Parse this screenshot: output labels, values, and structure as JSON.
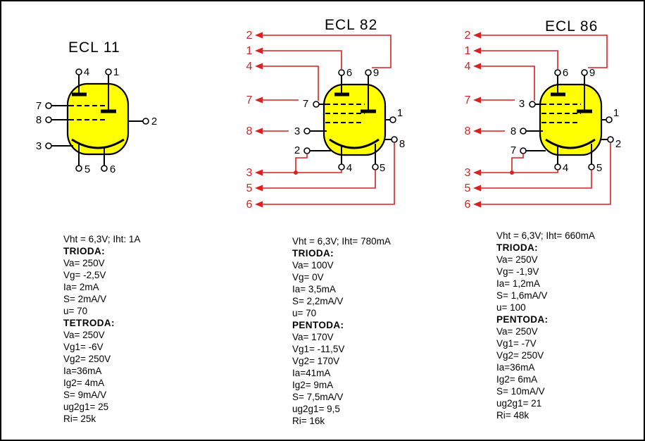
{
  "colors": {
    "background": "#FFFFFF",
    "ink": "#000000",
    "tube_yellow": "#FFFF00",
    "wire_red": "#D92121"
  },
  "tubes": [
    {
      "title": "ECL 11",
      "pins": {
        "top": [
          "4",
          "1"
        ],
        "left": [
          "7",
          "8",
          "3"
        ],
        "right": [
          "2"
        ],
        "bottom": [
          "5",
          "6"
        ]
      },
      "red_terminals": [],
      "specs": [
        {
          "text": "Vht = 6,3V; Iht: 1A",
          "bold": false
        },
        {
          "text": "TRIODA:",
          "bold": true
        },
        {
          "text": "Va= 250V",
          "bold": false
        },
        {
          "text": "Vg= -2,5V",
          "bold": false
        },
        {
          "text": "Ia= 2mA",
          "bold": false
        },
        {
          "text": "S= 2mA/V",
          "bold": false
        },
        {
          "text": "u= 70",
          "bold": false
        },
        {
          "text": "TETRODA:",
          "bold": true
        },
        {
          "text": "Va= 250V",
          "bold": false
        },
        {
          "text": "Vg1= -6V",
          "bold": false
        },
        {
          "text": "Vg2= 250V",
          "bold": false
        },
        {
          "text": "Ia=36mA",
          "bold": false
        },
        {
          "text": "Ig2= 4mA",
          "bold": false
        },
        {
          "text": "S= 9mA/V",
          "bold": false
        },
        {
          "text": "ug2g1= 25",
          "bold": false
        },
        {
          "text": "Ri= 25k",
          "bold": false
        }
      ]
    },
    {
      "title": "ECL 82",
      "pins": {
        "top": [
          "6",
          "9"
        ],
        "left": [
          "7",
          "3",
          "2"
        ],
        "right": [
          "1",
          "8"
        ],
        "bottom": [
          "4",
          "5"
        ]
      },
      "red_terminals": [
        "2",
        "1",
        "4",
        "7",
        "8",
        "3",
        "5",
        "6"
      ],
      "specs": [
        {
          "text": "Vht = 6,3V; Iht= 780mA",
          "bold": false
        },
        {
          "text": "TRIODA:",
          "bold": true
        },
        {
          "text": "Va= 100V",
          "bold": false
        },
        {
          "text": "Vg= 0V",
          "bold": false
        },
        {
          "text": "Ia= 3,5mA",
          "bold": false
        },
        {
          "text": "S= 2,2mA/V",
          "bold": false
        },
        {
          "text": "u= 70",
          "bold": false
        },
        {
          "text": "PENTODA:",
          "bold": true
        },
        {
          "text": "Va= 170V",
          "bold": false
        },
        {
          "text": "Vg1= -11,5V",
          "bold": false
        },
        {
          "text": "Vg2= 170V",
          "bold": false
        },
        {
          "text": "Ia=41mA",
          "bold": false
        },
        {
          "text": "Ig2= 9mA",
          "bold": false
        },
        {
          "text": "S= 7,5mA/V",
          "bold": false
        },
        {
          "text": "ug2g1= 9,5",
          "bold": false
        },
        {
          "text": "Ri= 16k",
          "bold": false
        }
      ]
    },
    {
      "title": "ECL 86",
      "pins": {
        "top": [
          "6",
          "9"
        ],
        "left": [
          "3",
          "8",
          "7"
        ],
        "right": [
          "1",
          "2"
        ],
        "bottom": [
          "4",
          "5"
        ]
      },
      "red_terminals": [
        "2",
        "1",
        "4",
        "7",
        "8",
        "3",
        "5",
        "6"
      ],
      "specs": [
        {
          "text": "Vht = 6,3V; Iht= 660mA",
          "bold": false
        },
        {
          "text": "TRIODA:",
          "bold": true
        },
        {
          "text": "Va= 250V",
          "bold": false
        },
        {
          "text": "Vg= -1,9V",
          "bold": false
        },
        {
          "text": "Ia= 1,2mA",
          "bold": false
        },
        {
          "text": "S= 1,6mA/V",
          "bold": false
        },
        {
          "text": "u= 100",
          "bold": false
        },
        {
          "text": "PENTODA:",
          "bold": true
        },
        {
          "text": "Va= 250V",
          "bold": false
        },
        {
          "text": "Vg1= -7V",
          "bold": false
        },
        {
          "text": "Vg2= 250V",
          "bold": false
        },
        {
          "text": "Ia=36mA",
          "bold": false
        },
        {
          "text": "Ig2= 6mA",
          "bold": false
        },
        {
          "text": "S= 10mA/V",
          "bold": false
        },
        {
          "text": "ug2g1= 21",
          "bold": false
        },
        {
          "text": "Ri= 48k",
          "bold": false
        }
      ]
    }
  ]
}
